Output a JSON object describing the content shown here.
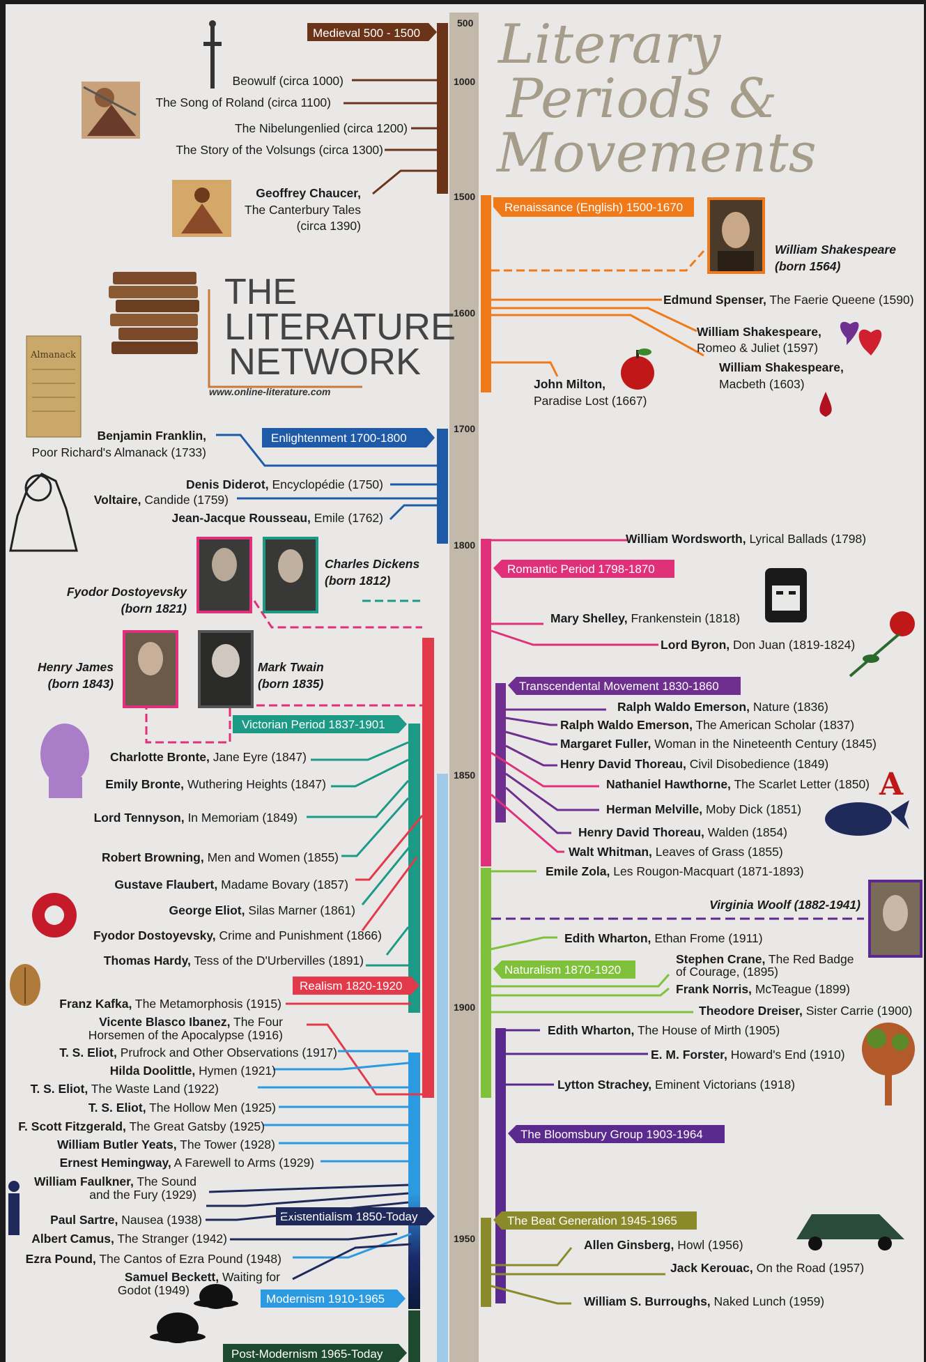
{
  "title": {
    "line1": "Literary",
    "line2": "Periods &",
    "line3": "Movements"
  },
  "logo": {
    "line1": "THE",
    "line2": "LITERATURE",
    "line3": "NETWORK",
    "url": "www.online-literature.com",
    "almanack": "Almanack"
  },
  "years": [
    "500",
    "1000",
    "1500",
    "1600",
    "1700",
    "1800",
    "1850",
    "1900",
    "1950"
  ],
  "periods": [
    {
      "label": "Medieval 500 - 1500",
      "color": "#6b3418"
    },
    {
      "label": "Renaissance (English) 1500-1670",
      "color": "#f07a1a"
    },
    {
      "label": "Enlightenment 1700-1800",
      "color": "#1e5aa8"
    },
    {
      "label": "Romantic Period 1798-1870",
      "color": "#e0307a"
    },
    {
      "label": "Transcendental Movement 1830-1860",
      "color": "#6e2f8e"
    },
    {
      "label": "Victorian Period 1837-1901",
      "color": "#1d9a86"
    },
    {
      "label": "Realism 1820-1920",
      "color": "#e23a4a"
    },
    {
      "label": "Naturalism 1870-1920",
      "color": "#7fc13a"
    },
    {
      "label": "The Bloomsbury Group 1903-1964",
      "color": "#5b2a8e"
    },
    {
      "label": "Existentialism 1850-Today",
      "color": "#1f2a5a"
    },
    {
      "label": "The Beat Generation 1945-1965",
      "color": "#8a8a2a"
    },
    {
      "label": "Modernism 1910-1965",
      "color": "#2c9ae0"
    },
    {
      "label": "Post-Modernism 1965-Today",
      "color": "#1d4a2e"
    }
  ],
  "works": {
    "beowulf": "Beowulf (circa 1000)",
    "roland": "The Song of Roland (circa 1100)",
    "nibelungenlied": "The Nibelungenlied (circa 1200)",
    "volsungs": "The Story of the Volsungs (circa 1300)",
    "chaucer_name": "Geoffrey Chaucer,",
    "chaucer_work": "The Canterbury Tales",
    "chaucer_date": "(circa 1390)",
    "shakespeare_name": "William Shakespeare",
    "shakespeare_born": "(born 1564)",
    "spenser_name": "Edmund Spenser,",
    "spenser_work": "The Faerie Queene (1590)",
    "romeo_name": "William Shakespeare,",
    "romeo_work": "Romeo & Juliet (1597)",
    "macbeth_name": "William Shakespeare,",
    "macbeth_work": "Macbeth (1603)",
    "milton_name": "John Milton,",
    "milton_work": "Paradise Lost (1667)",
    "franklin_name": "Benjamin Franklin,",
    "franklin_work": "Poor Richard's Almanack (1733)",
    "diderot_name": "Denis Diderot,",
    "diderot_work": "Encyclopédie (1750)",
    "voltaire_name": "Voltaire,",
    "voltaire_work": "Candide (1759)",
    "rousseau_name": "Jean-Jacque Rousseau,",
    "rousseau_work": "Emile (1762)",
    "wordsworth_name": "William Wordsworth,",
    "wordsworth_work": "Lyrical Ballads (1798)",
    "dickens_name": "Charles Dickens",
    "dickens_born": "(born 1812)",
    "dostoyevsky_name": "Fyodor Dostoyevsky",
    "dostoyevsky_born": "(born 1821)",
    "shelley_name": "Mary Shelley,",
    "shelley_work": "Frankenstein (1818)",
    "byron_name": "Lord Byron,",
    "byron_work": "Don Juan (1819-1824)",
    "james_name": "Henry James",
    "james_born": "(born 1843)",
    "twain_name": "Mark Twain",
    "twain_born": "(born 1835)",
    "emerson1_name": "Ralph Waldo Emerson,",
    "emerson1_work": "Nature (1836)",
    "emerson2_name": "Ralph Waldo Emerson,",
    "emerson2_work": "The American Scholar (1837)",
    "fuller_name": "Margaret Fuller,",
    "fuller_work": "Woman in the Nineteenth Century (1845)",
    "thoreau1_name": "Henry David Thoreau,",
    "thoreau1_work": "Civil Disobedience (1849)",
    "hawthorne_name": "Nathaniel Hawthorne,",
    "hawthorne_work": "The Scarlet Letter (1850)",
    "melville_name": "Herman Melville,",
    "melville_work": "Moby Dick (1851)",
    "thoreau2_name": "Henry David Thoreau,",
    "thoreau2_work": "Walden (1854)",
    "whitman_name": "Walt Whitman,",
    "whitman_work": "Leaves of Grass (1855)",
    "zola_name": "Emile Zola,",
    "zola_work": "Les Rougon-Macquart (1871-1893)",
    "cbronte_name": "Charlotte Bronte,",
    "cbronte_work": "Jane Eyre (1847)",
    "ebronte_name": "Emily Bronte,",
    "ebronte_work": "Wuthering Heights (1847)",
    "tennyson_name": "Lord Tennyson,",
    "tennyson_work": "In Memoriam (1849)",
    "browning_name": "Robert Browning,",
    "browning_work": "Men and Women (1855)",
    "flaubert_name": "Gustave Flaubert,",
    "flaubert_work": "Madame Bovary (1857)",
    "eliotg_name": "George Eliot,",
    "eliotg_work": "Silas Marner (1861)",
    "dostoy2_name": "Fyodor Dostoyevsky,",
    "dostoy2_work": "Crime and Punishment (1866)",
    "hardy_name": "Thomas Hardy,",
    "hardy_work": "Tess of the D'Urbervilles (1891)",
    "woolf": "Virginia Woolf (1882-1941)",
    "wharton1_name": "Edith Wharton,",
    "wharton1_work": "Ethan Frome (1911)",
    "crane_name": "Stephen Crane,",
    "crane_work1": "The Red Badge",
    "crane_work2": "of Courage, (1895)",
    "norris_name": "Frank Norris,",
    "norris_work": "McTeague (1899)",
    "dreiser_name": "Theodore Dreiser,",
    "dreiser_work": "Sister Carrie (1900)",
    "wharton2_name": "Edith Wharton,",
    "wharton2_work": "The House of Mirth (1905)",
    "forster_name": "E. M. Forster,",
    "forster_work": "Howard's End (1910)",
    "strachey_name": "Lytton Strachey,",
    "strachey_work": "Eminent Victorians (1918)",
    "kafka_name": "Franz Kafka,",
    "kafka_work": "The Metamorphosis (1915)",
    "ibanez_name": "Vicente Blasco Ibanez,",
    "ibanez_work1": "The Four",
    "ibanez_work2": "Horsemen of the Apocalypse (1916)",
    "eliot1_name": "T. S. Eliot,",
    "eliot1_work": "Prufrock and Other Observations (1917)",
    "doolittle_name": "Hilda Doolittle,",
    "doolittle_work": "Hymen (1921)",
    "eliot2_name": "T. S. Eliot,",
    "eliot2_work": "The Waste Land (1922)",
    "eliot3_name": "T. S. Eliot,",
    "eliot3_work": "The Hollow Men (1925)",
    "fitzgerald_name": "F. Scott Fitzgerald,",
    "fitzgerald_work": "The Great Gatsby (1925)",
    "yeats_name": "William Butler Yeats,",
    "yeats_work": "The Tower (1928)",
    "hemingway_name": "Ernest Hemingway,",
    "hemingway_work": "A Farewell to Arms (1929)",
    "faulkner_name": "William Faulkner,",
    "faulkner_work1": "The Sound",
    "faulkner_work2": "and the Fury (1929)",
    "sartre_name": "Paul Sartre,",
    "sartre_work": "Nausea (1938)",
    "camus_name": "Albert Camus,",
    "camus_work": "The Stranger (1942)",
    "pound_name": "Ezra Pound,",
    "pound_work": "The Cantos of Ezra Pound (1948)",
    "beckett_name": "Samuel Beckett,",
    "beckett_work1": "Waiting for",
    "beckett_work2": "Godot (1949)",
    "ginsberg_name": "Allen Ginsberg,",
    "ginsberg_work": "Howl (1956)",
    "kerouac_name": "Jack Kerouac,",
    "kerouac_work": "On the Road (1957)",
    "burroughs_name": "William S. Burroughs,",
    "burroughs_work": "Naked Lunch (1959)"
  },
  "icons": [
    "dagger-icon",
    "knights-illustration",
    "chaucer-illustration",
    "books-icon",
    "almanack-icon",
    "shakespeare-portrait",
    "hearts-icon",
    "apple-icon",
    "blood-drop-icon",
    "tree-figures-illustration",
    "dostoyevsky-portrait",
    "dickens-portrait",
    "frankenstein-icon",
    "rose-icon",
    "james-portrait",
    "twain-portrait",
    "silhouette-cameo-icon",
    "scarlet-letter-icon",
    "whale-icon",
    "ornament-icon",
    "beetle-icon",
    "woolf-portrait",
    "tree-icon",
    "walking-man-icon",
    "bowler-hats-icon",
    "car-icon"
  ]
}
